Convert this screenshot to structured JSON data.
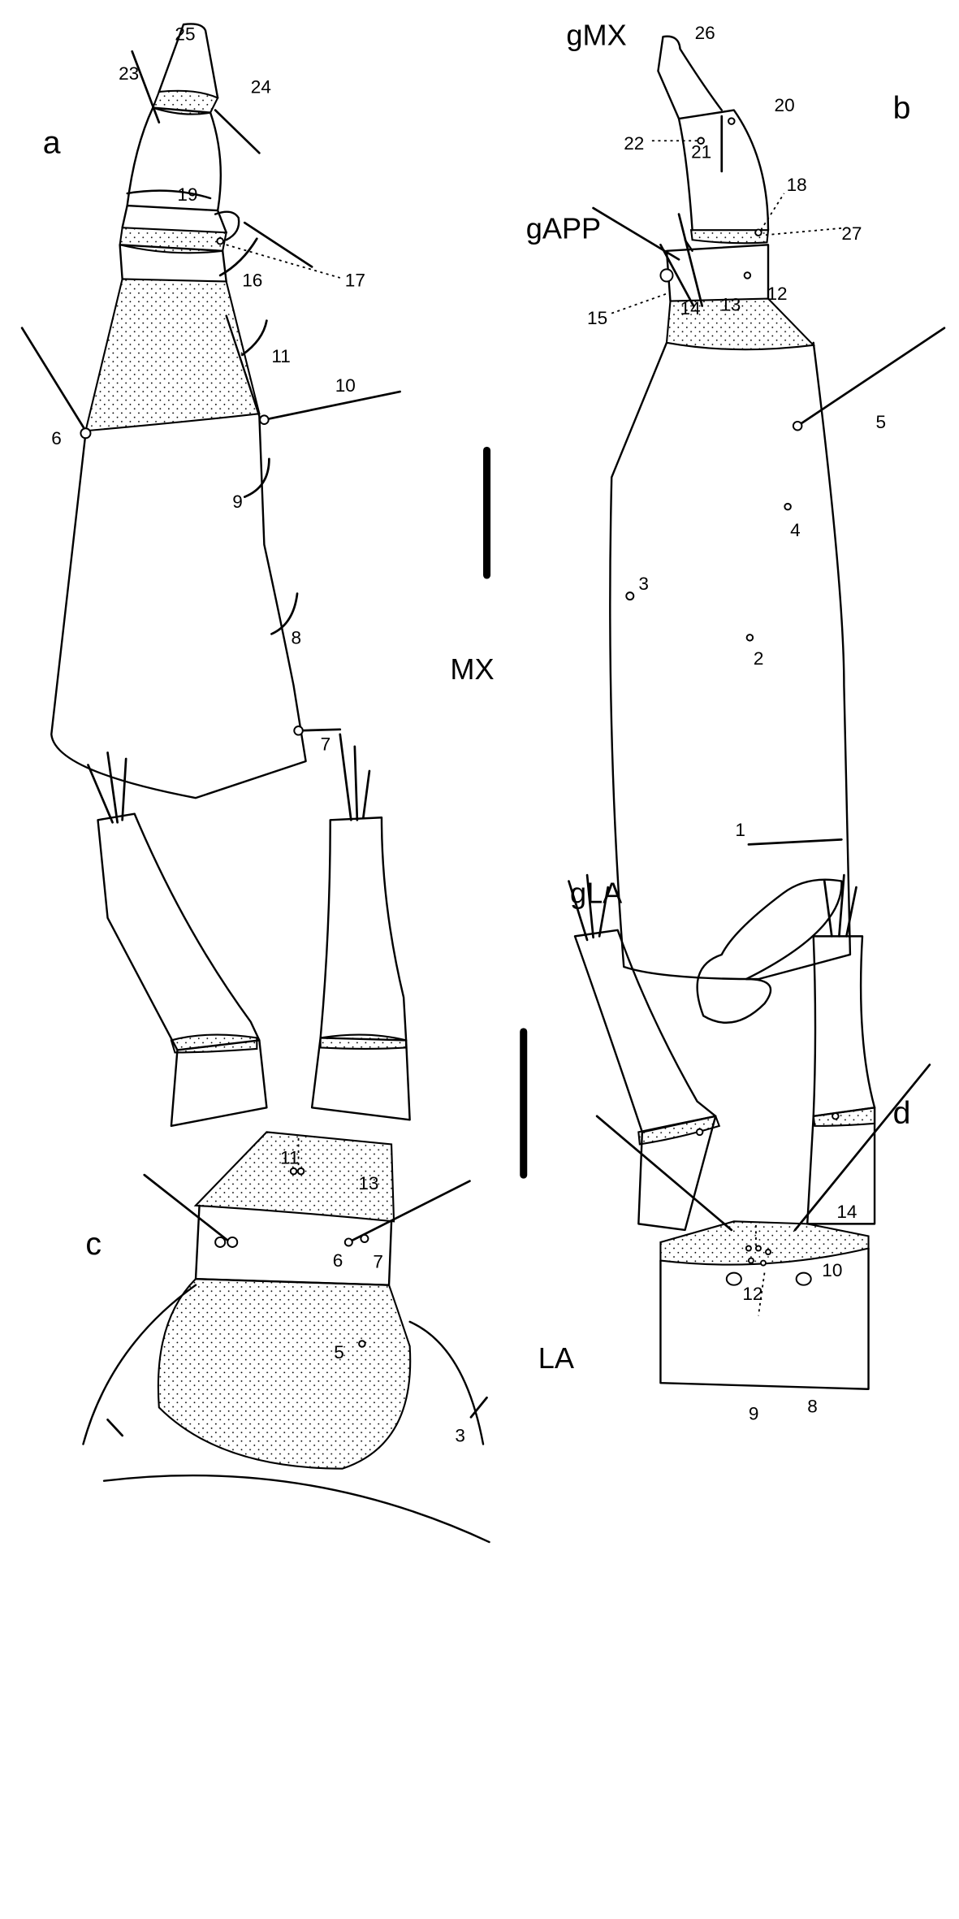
{
  "panels": {
    "a": "a",
    "b": "b",
    "c": "c",
    "d": "d"
  },
  "group_labels": {
    "mx": "MX",
    "la": "LA",
    "gmx": "gMX",
    "gapp": "gAPP",
    "gla": "gLA"
  },
  "panel_a": [
    "25",
    "23",
    "24",
    "19",
    "17",
    "16",
    "11",
    "10",
    "6",
    "9",
    "8",
    "7"
  ],
  "panel_b": [
    "26",
    "20",
    "22",
    "21",
    "18",
    "27",
    "15",
    "14",
    "13",
    "12",
    "5",
    "4",
    "3",
    "2",
    "1"
  ],
  "panel_c": [
    "11",
    "13",
    "6",
    "7",
    "5",
    "3"
  ],
  "panel_d": [
    "14",
    "10",
    "12",
    "9",
    "8"
  ],
  "style": {
    "ink": "#000000",
    "background": "#ffffff"
  }
}
